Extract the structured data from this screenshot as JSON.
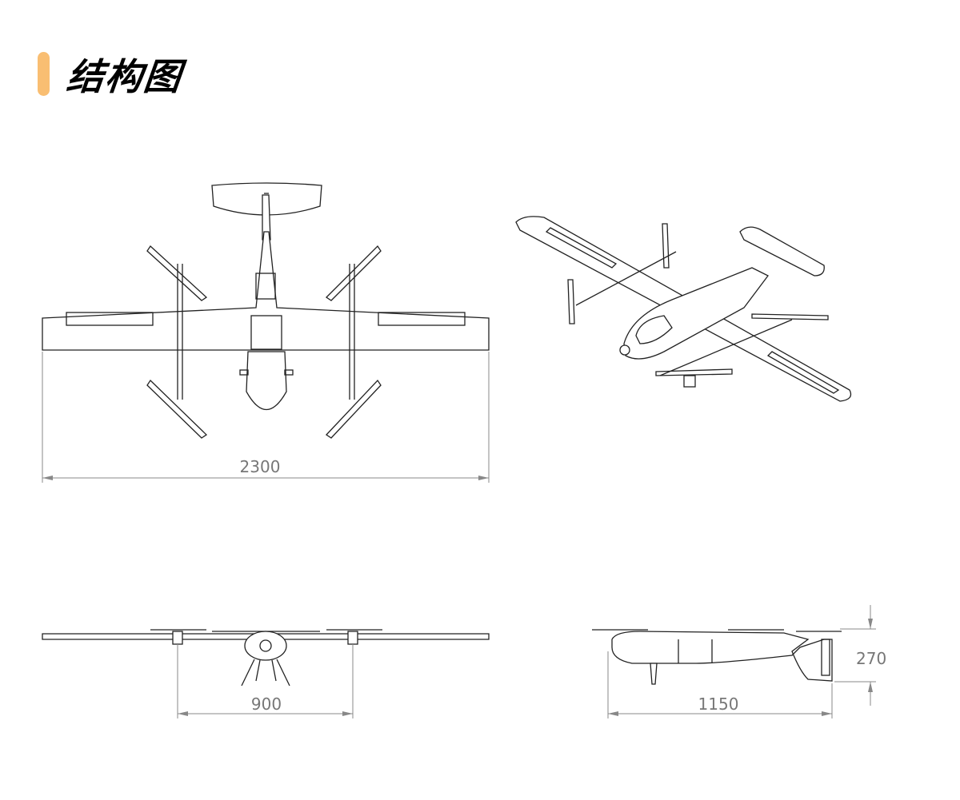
{
  "header": {
    "title": "结构图",
    "accent_color": "#F9BE72"
  },
  "views": {
    "top_view": {
      "wingspan_label": "2300"
    },
    "front_view": {
      "rotor_spacing_label": "900"
    },
    "side_view": {
      "length_label": "1150",
      "height_label": "270"
    }
  }
}
